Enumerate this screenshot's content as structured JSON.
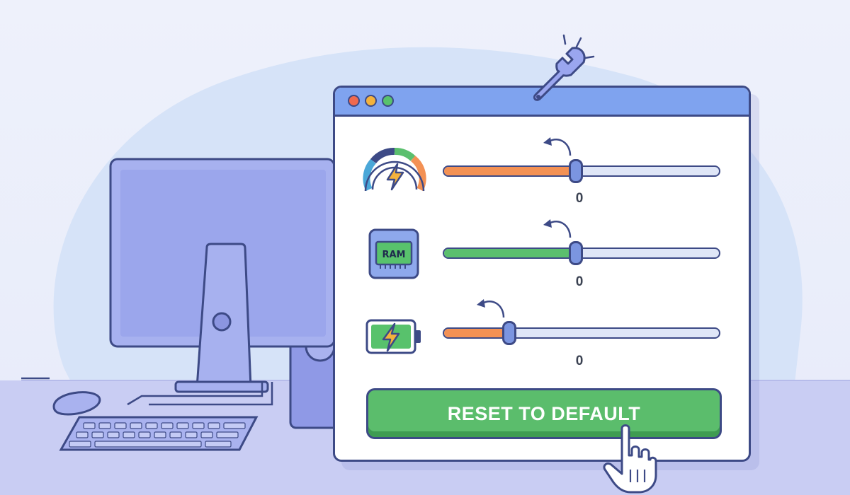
{
  "window": {
    "traffic_lights": {
      "close_color": "#f0694f",
      "minimize_color": "#f4b23c",
      "maximize_color": "#58c26c"
    }
  },
  "settings": {
    "rows": [
      {
        "icon": "performance-gauge-icon",
        "value_label": "0",
        "level": 0.48,
        "fill_color": "#f39154"
      },
      {
        "icon": "ram-chip-icon",
        "chip_label": "RAM",
        "value_label": "0",
        "level": 0.48,
        "fill_color": "#5bbf6e"
      },
      {
        "icon": "battery-charging-icon",
        "value_label": "0",
        "level": 0.24,
        "fill_color": "#f39154"
      }
    ]
  },
  "reset_button": {
    "label": "RESET TO DEFAULT",
    "color": "#5bbd6c"
  },
  "decor": {
    "top_icon": "wrench-icon",
    "cursor_icon": "hand-pointer-icon"
  }
}
